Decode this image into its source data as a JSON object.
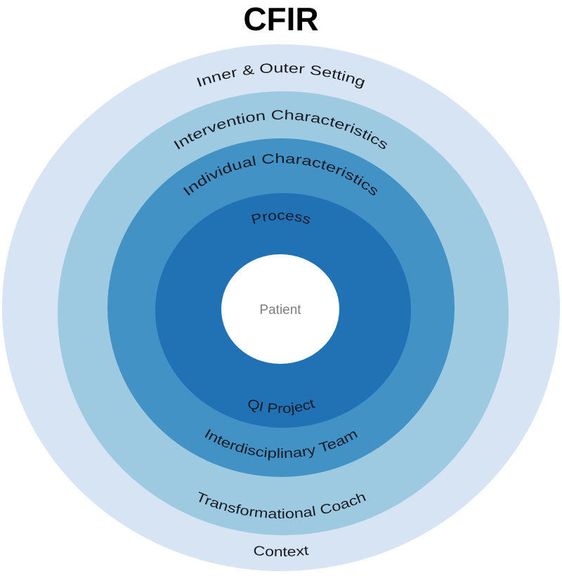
{
  "title": "CFIR",
  "rings": [
    {
      "id": "outer",
      "color": "#d7e4f3",
      "top_label": "Inner & Outer Setting",
      "bottom_label": "Context"
    },
    {
      "id": "second",
      "color": "#9ecae1",
      "top_label": "Intervention Characteristics",
      "bottom_label": "Transformational Coach"
    },
    {
      "id": "third",
      "color": "#4292c6",
      "top_label": "Individual Characteristics",
      "bottom_label": "Interdisciplinary Team"
    },
    {
      "id": "fourth",
      "color": "#2171b5",
      "top_label": "Process",
      "bottom_label": "QI Project"
    }
  ],
  "center": {
    "label": "Patient",
    "color": "#ffffff",
    "text_color": "#7f7f7f"
  },
  "label_color": "#1b1b24"
}
